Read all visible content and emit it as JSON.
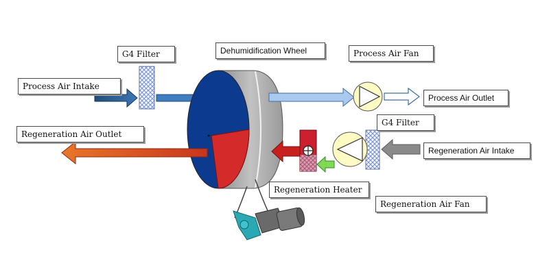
{
  "labels": {
    "process_air_intake": "Process Air Intake",
    "g4_filter_process": "G4 Filter",
    "dehumidification_wheel": "Dehumidification Wheel",
    "process_air_fan": "Process Air Fan",
    "process_air_outlet": "Process Air Outlet",
    "regeneration_air_outlet": "Regeneration Air Outlet",
    "g4_filter_regeneration": "G4 Filter",
    "regeneration_air_intake": "Regeneration Air Intake",
    "regeneration_heater": "Regeneration Heater",
    "regeneration_air_fan": "Regeneration Air Fan"
  },
  "colors": {
    "process_air": "#7fb0e0",
    "process_air_dark": "#1f4e79",
    "regeneration_outlet_air": "#d9531e",
    "regeneration_intake_air": "#8a8a8a",
    "heater": "#cc1f2f",
    "wheel_face": "#0b3a8f",
    "regeneration_sector": "#d42a2a",
    "wheel_rim": "#a7a7a7",
    "fan": "#fdfac4",
    "filter": "#b9c8f0",
    "motor_bracket": "#2aa8b4",
    "motor": "#707070"
  }
}
